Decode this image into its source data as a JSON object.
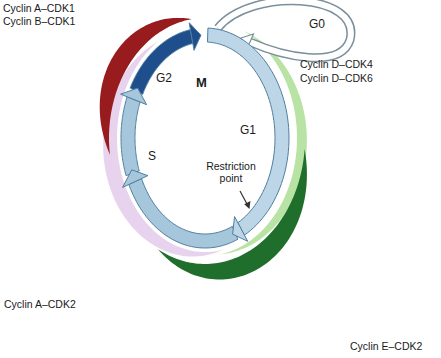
{
  "diagram": {
    "labels": [
      "Cyclin A–CDK1",
      "Cyclin B–CDK1",
      "M",
      "G2",
      "G0",
      "Cyclin D–CDK4",
      "Cyclin D–CDK6",
      "G1",
      "Restriction point",
      "S",
      "Cyclin A–CDK2",
      "Cyclin E–CDK2"
    ]
  }
}
